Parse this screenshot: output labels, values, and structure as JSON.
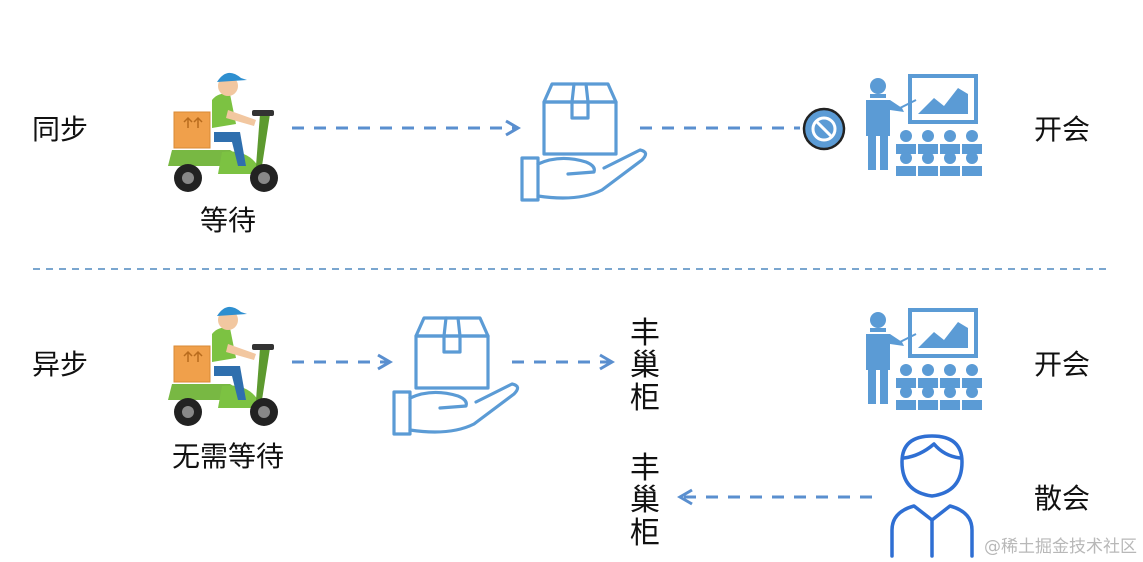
{
  "sync": {
    "label": "同步",
    "courier_caption": "等待",
    "meeting_label": "开会"
  },
  "async": {
    "label": "异步",
    "courier_caption": "无需等待",
    "locker_label_top": [
      "丰",
      "巢",
      "柜"
    ],
    "meeting_label": "开会",
    "locker_label_bottom": [
      "丰",
      "巢",
      "柜"
    ],
    "dismiss_label": "散会"
  },
  "watermark": "@稀土掘金技术社区",
  "colors": {
    "accent_blue": "#5b9bd5",
    "arrow_blue": "#5a8fcf",
    "divider": "#7aa6cf",
    "courier_green": "#7cc242",
    "courier_cap": "#2e8fd0",
    "box_orange": "#f0a04b"
  },
  "icons": [
    "scooter-courier-icon",
    "hand-box-icon",
    "forbidden-icon",
    "presentation-meeting-icon",
    "person-icon"
  ]
}
